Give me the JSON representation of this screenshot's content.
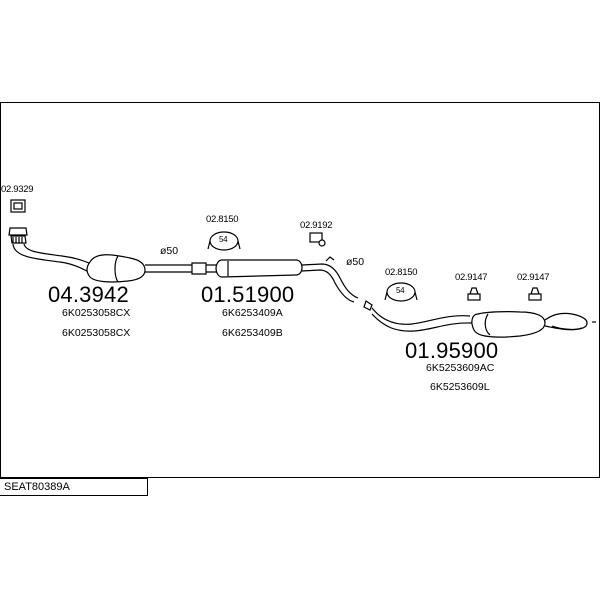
{
  "diagram": {
    "reference": "SEAT80389A",
    "parts": [
      {
        "id": "front",
        "number": "04.3942",
        "oem": [
          "6K0253058CX",
          "6K0253058CX"
        ]
      },
      {
        "id": "middle",
        "number": "01.51900",
        "oem": [
          "6K6253409A",
          "6K6253409B"
        ]
      },
      {
        "id": "rear",
        "number": "01.95900",
        "oem": [
          "6K5253609AC",
          "6K5253609L"
        ]
      }
    ],
    "accessories": [
      {
        "id": "gasket-front",
        "number": "02.9329"
      },
      {
        "id": "clamp-middle",
        "number": "02.8150"
      },
      {
        "id": "hanger-middle",
        "number": "02.9192"
      },
      {
        "id": "clamp-rear",
        "number": "02.8150"
      },
      {
        "id": "hanger-rear-1",
        "number": "02.9147"
      },
      {
        "id": "hanger-rear-2",
        "number": "02.9147"
      }
    ],
    "diameters": [
      "ø50",
      "ø50"
    ],
    "clamp_size": "54"
  }
}
